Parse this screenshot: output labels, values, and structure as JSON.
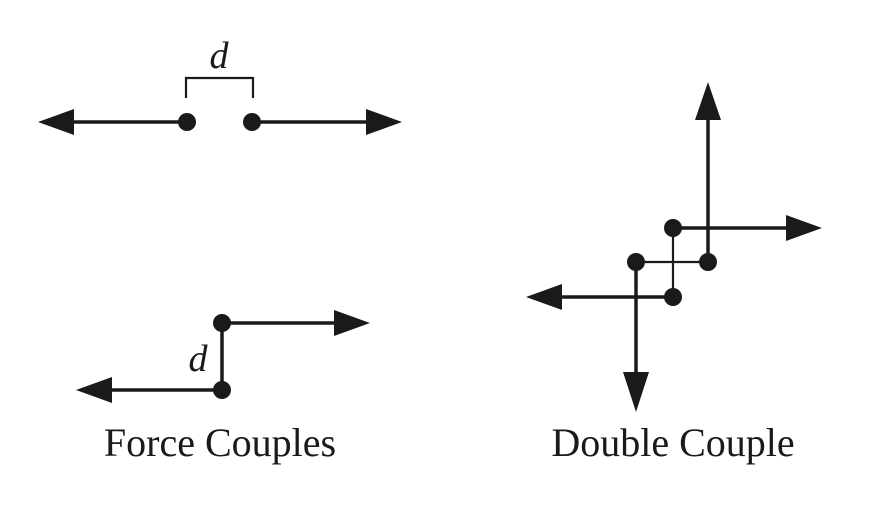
{
  "force_couples": {
    "separation_label_top": "d",
    "separation_label_bottom": "d",
    "caption": "Force Couples"
  },
  "double_couple": {
    "caption": "Double Couple"
  }
}
